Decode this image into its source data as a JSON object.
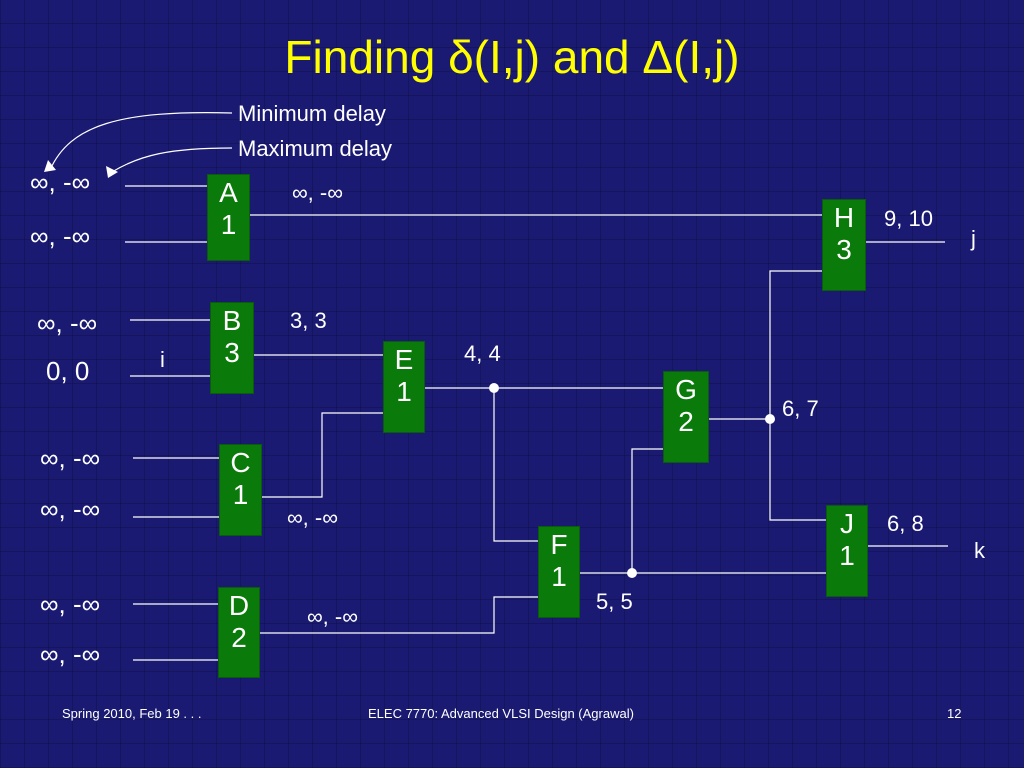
{
  "title": "Finding δ(I,j) and Δ(I,j)",
  "legend": {
    "min_delay": "Minimum delay",
    "max_delay": "Maximum delay"
  },
  "inputs": {
    "a1": "∞, -∞",
    "a2": "∞, -∞",
    "b1": "∞, -∞",
    "b2": "0, 0",
    "c1": "∞, -∞",
    "c2": "∞, -∞",
    "d1": "∞, -∞",
    "d2": "∞, -∞"
  },
  "gates": {
    "A": {
      "name": "A",
      "delay": "1"
    },
    "B": {
      "name": "B",
      "delay": "3"
    },
    "C": {
      "name": "C",
      "delay": "1"
    },
    "D": {
      "name": "D",
      "delay": "2"
    },
    "E": {
      "name": "E",
      "delay": "1"
    },
    "F": {
      "name": "F",
      "delay": "1"
    },
    "G": {
      "name": "G",
      "delay": "2"
    },
    "H": {
      "name": "H",
      "delay": "3"
    },
    "J": {
      "name": "J",
      "delay": "1"
    }
  },
  "wire_labels": {
    "a_out": "∞, -∞",
    "b_out": "3, 3",
    "i": "i",
    "e_out": "4, 4",
    "c_out": "∞, -∞",
    "d_out": "∞, -∞",
    "g_out": "6, 7",
    "f_out": "5, 5",
    "h_out": "9, 10",
    "j": "j",
    "j_out": "6, 8",
    "k": "k"
  },
  "footer": {
    "left": "Spring 2010, Feb 19 . . .",
    "center": "ELEC 7770: Advanced VLSI Design (Agrawal)",
    "page": "12"
  }
}
